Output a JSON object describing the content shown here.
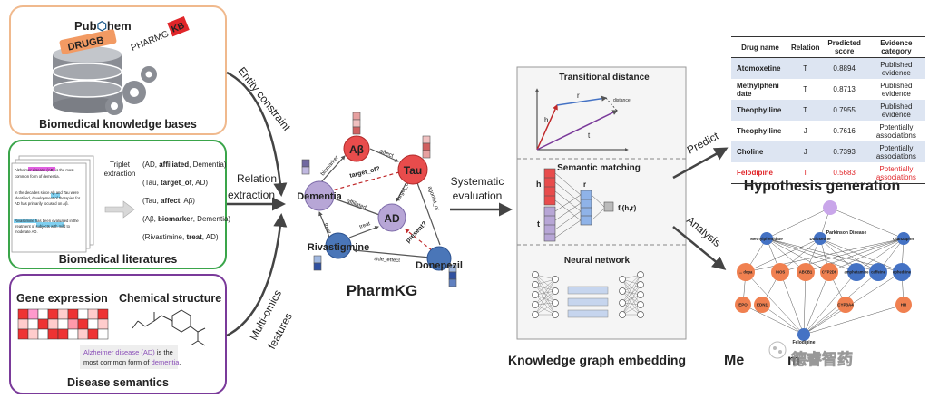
{
  "sources": {
    "kb_title": "Biomedical knowledge bases",
    "kb_logos": [
      "Pub",
      "hem",
      "DRUGB",
      "PHARMG",
      "KB"
    ],
    "lit_title": "Biomedical literatures",
    "omics_gene": "Gene expression",
    "omics_chem": "Chemical structure",
    "omics_sem": "Disease semantics",
    "sem_line1_a": "Alzheimer disease (AD)",
    "sem_line1_b": " is the",
    "sem_line2_a": "most common form of ",
    "sem_line2_b": "dementia",
    "sem_line2_c": "."
  },
  "triplets": {
    "label_line1": "Triplet",
    "label_line2": "extraction",
    "rows": [
      [
        "(AD, ",
        "affiliated",
        ", Dementia)"
      ],
      [
        "(Tau, ",
        "target_of",
        ", AD)"
      ],
      [
        "(Tau, ",
        "affect",
        ", Aβ)"
      ],
      [
        "(Aβ, ",
        "biomarker",
        ", Dementia)"
      ],
      [
        "(Rivastimine, ",
        "treat",
        ", AD)"
      ]
    ],
    "doc_lines": [
      "Alzheimer disease (AD) is the most",
      "common form of dementia.",
      "In the decades since Aβ and Tau were",
      "identified, development of therapies for",
      "AD has primarily focused on Aβ.",
      "Rivastimine has been evaluated in the",
      "treatment of subjects with mild to",
      "moderate AD."
    ]
  },
  "arrows": {
    "entity_constraint": "Entity constraint",
    "relation": "Relation",
    "extraction": "extraction",
    "multi_omics": "Multi-omics",
    "features": "features",
    "systematic": "Systematic",
    "evaluation": "evaluation",
    "predict": "Predict",
    "analysis": "Analysis"
  },
  "graph": {
    "title": "PharmKG",
    "nodes": {
      "ab": "Aβ",
      "tau": "Tau",
      "dementia": "Dementia",
      "ad": "AD",
      "rivastigmine": "Rivastigmine",
      "donepezil": "Donepezil"
    },
    "edges": {
      "affect": "affect",
      "biomarker": "biomarker",
      "target_of": "target_of?",
      "affiliated": "affiliated",
      "target_of2": "target_of",
      "treat": "treat",
      "treat2": "treat",
      "side_effect": "side_effect",
      "present": "present?",
      "agonist_of": "agonist_of"
    }
  },
  "embedding": {
    "title": "Knowledge graph embedding",
    "panel1": "Transitional distance",
    "panel2": "Semantic matching",
    "panel3": "Neural network",
    "vec_h": "h",
    "vec_r": "r",
    "vec_t": "t",
    "distance": "distance",
    "score_fn": "fᵣ(h,r)"
  },
  "hypothesis": {
    "title": "Hypothesis generation",
    "columns": [
      "Drug name",
      "Relation",
      "Predicted score",
      "Evidence category"
    ],
    "rows": [
      {
        "drug": "Atomoxetine",
        "rel": "T",
        "score": "0.8894",
        "ev": "Published evidence",
        "style": "sh"
      },
      {
        "drug": "Methylpheni date",
        "rel": "T",
        "score": "0.8713",
        "ev": "Published evidence",
        "style": ""
      },
      {
        "drug": "Theophylline",
        "rel": "T",
        "score": "0.7955",
        "ev": "Published evidence",
        "style": "sh"
      },
      {
        "drug": "Theophylline",
        "rel": "J",
        "score": "0.7616",
        "ev": "Potentially associations",
        "style": ""
      },
      {
        "drug": "Choline",
        "rel": "J",
        "score": "0.7393",
        "ev": "Potentially associations",
        "style": "sh"
      },
      {
        "drug": "Felodipine",
        "rel": "T",
        "score": "0.5683",
        "ev": "Potentially associations",
        "style": "red last"
      }
    ]
  },
  "mechanism": {
    "title_a": "Me",
    "title_b": "m",
    "watermark": "德睿智药",
    "top": "Parkinson Disease",
    "bottom": "Felodipine",
    "row1": [
      "Methylphenidate",
      "Duloxetine",
      "Olanzapine"
    ],
    "row2": [
      "... dopa",
      "iNOS",
      "ABCB1",
      "CYP2D6",
      "amphetamine",
      "caffeine",
      "ephedrine"
    ],
    "row3": [
      "EPO",
      "EDN1",
      "CYP3A4",
      "HR"
    ]
  },
  "colors": {
    "kb_border": "#f0b98d",
    "lit_border": "#3aa54a",
    "omics_border": "#7a3a9a",
    "node_red": "#e84c4c",
    "node_purple": "#b7a6d6",
    "node_blue": "#4a76b8",
    "orange": "#f08050",
    "blue": "#4472c4",
    "violet": "#c9a6ea"
  },
  "chart_data": {
    "type": "table",
    "columns": [
      "Drug name",
      "Relation",
      "Predicted score",
      "Evidence category"
    ],
    "rows": [
      [
        "Atomoxetine",
        "T",
        0.8894,
        "Published evidence"
      ],
      [
        "Methylpheni date",
        "T",
        0.8713,
        "Published evidence"
      ],
      [
        "Theophylline",
        "T",
        0.7955,
        "Published evidence"
      ],
      [
        "Theophylline",
        "J",
        0.7616,
        "Potentially associations"
      ],
      [
        "Choline",
        "J",
        0.7393,
        "Potentially associations"
      ],
      [
        "Felodipine",
        "T",
        0.5683,
        "Potentially associations"
      ]
    ]
  }
}
